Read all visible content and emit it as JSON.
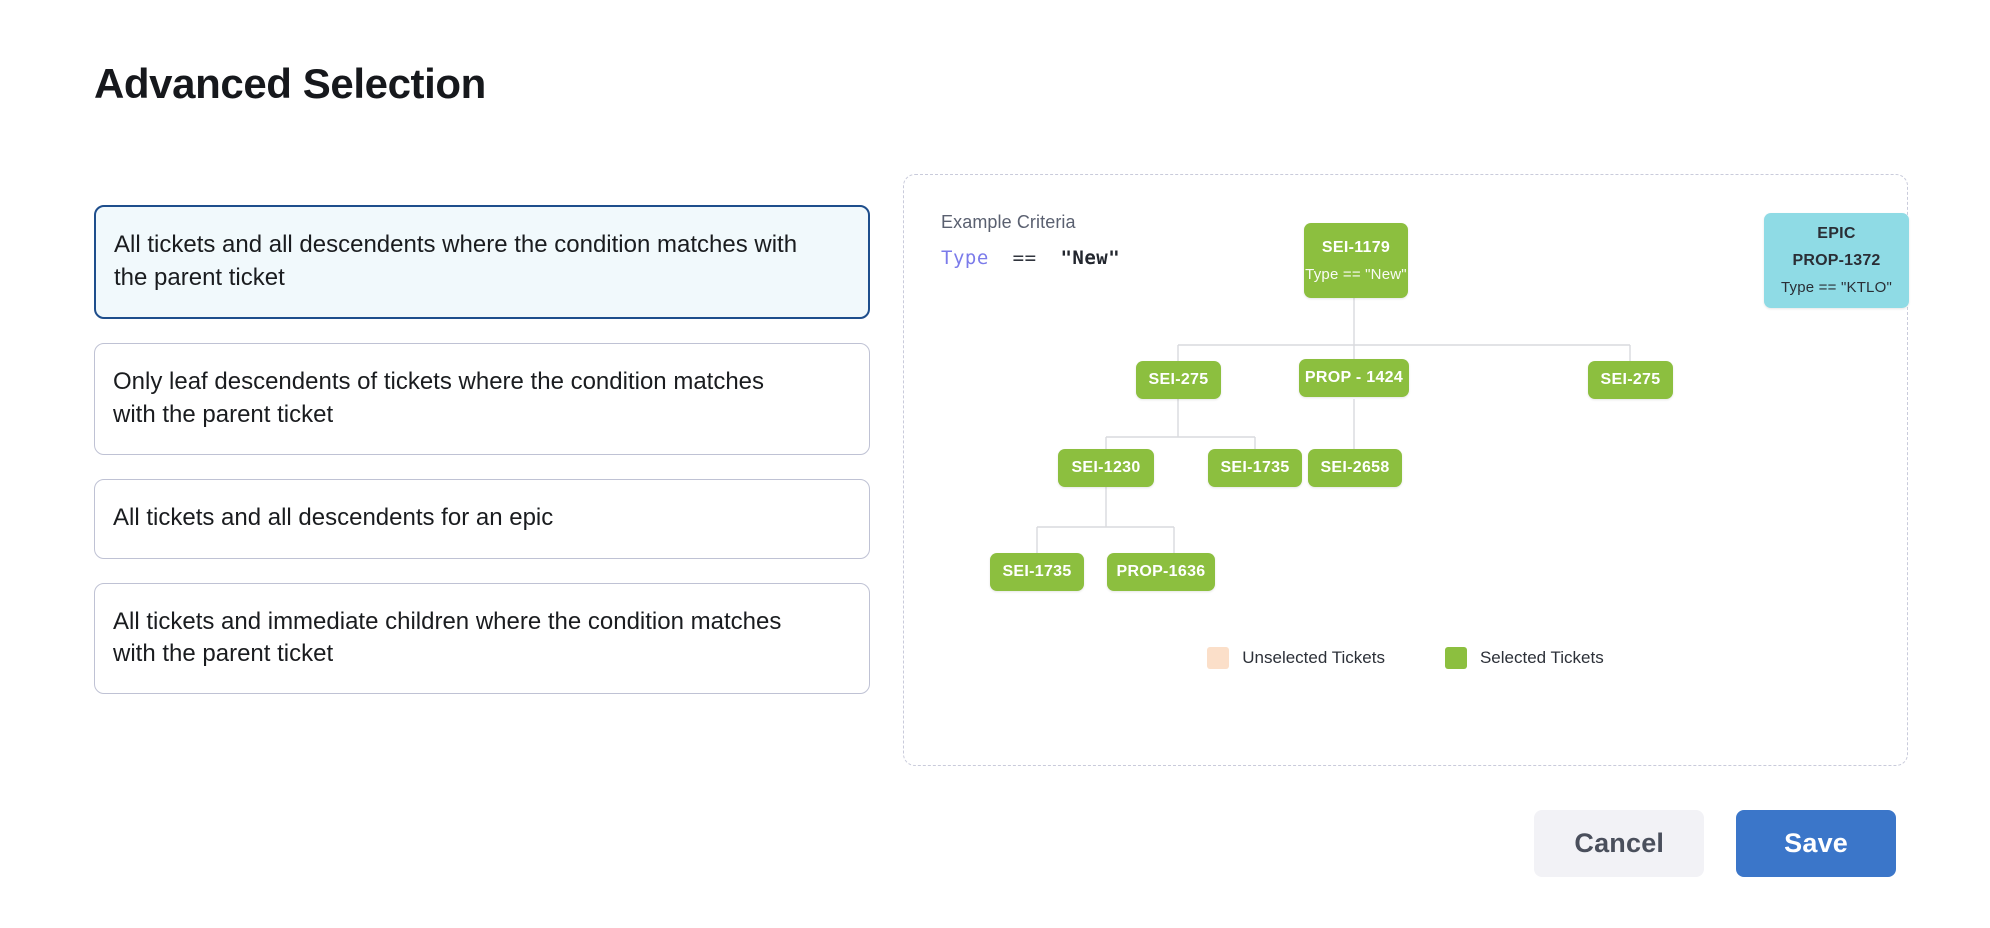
{
  "header": {
    "title": "Advanced Selection"
  },
  "options": [
    {
      "label": "All tickets and all descendents where the condition matches with the parent ticket",
      "selected": true
    },
    {
      "label": "Only leaf descendents of tickets where the condition matches with the parent ticket",
      "selected": false
    },
    {
      "label": "All tickets and all descendents for an epic",
      "selected": false
    },
    {
      "label": "All tickets and immediate children where the condition matches with the parent ticket",
      "selected": false
    }
  ],
  "diagram": {
    "criteria_title": "Example Criteria",
    "criteria_field": "Type",
    "criteria_operator": "==",
    "criteria_value": "\"New\"",
    "nodes": [
      {
        "id": "root",
        "label": "SEI-1179",
        "sub": "Type == \"New\"",
        "kind": "selected"
      },
      {
        "id": "epic",
        "label": "EPIC",
        "sub2": "PROP-1372",
        "sub": "Type == \"KTLO\"",
        "kind": "epic"
      },
      {
        "id": "r2c1",
        "label": "SEI-275",
        "kind": "selected"
      },
      {
        "id": "r2c2",
        "label": "PROP - 1424",
        "kind": "selected"
      },
      {
        "id": "r2c3",
        "label": "SEI-275",
        "kind": "selected"
      },
      {
        "id": "r3c1",
        "label": "SEI-1230",
        "kind": "selected"
      },
      {
        "id": "r3c2",
        "label": "SEI-1735",
        "kind": "selected"
      },
      {
        "id": "r3c3",
        "label": "SEI-2658",
        "kind": "selected"
      },
      {
        "id": "r4c1",
        "label": "SEI-1735",
        "kind": "selected"
      },
      {
        "id": "r4c2",
        "label": "PROP-1636",
        "kind": "selected"
      }
    ],
    "legend": [
      {
        "label": "Unselected Tickets",
        "color": "#fbdfc9"
      },
      {
        "label": "Selected Tickets",
        "color": "#8cbf3f"
      }
    ]
  },
  "footer": {
    "cancel_label": "Cancel",
    "save_label": "Save"
  },
  "colors": {
    "selected_node": "#8cbf3f",
    "epic_node": "#8fdbe5",
    "unselected_node": "#fbdfc9",
    "primary": "#3b76c9",
    "selected_card_border": "#1e4e8c",
    "selected_card_bg": "#f1f9fc"
  }
}
